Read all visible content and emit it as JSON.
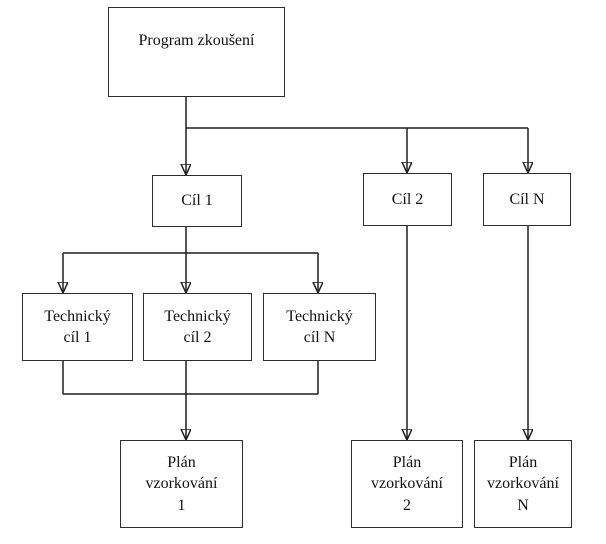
{
  "diagram": {
    "type": "flowchart",
    "background_color": "#ffffff",
    "line_color": "#1f1f1f",
    "box_border_color": "#2e2e2e",
    "box_fill_color": "#ffffff",
    "text_color": "#111111",
    "nodes": {
      "program": {
        "label": "Program zkoušení"
      },
      "cil_1": {
        "label": "Cíl 1"
      },
      "cil_2": {
        "label": "Cíl 2"
      },
      "cil_n": {
        "label": "Cíl N"
      },
      "tech_1": {
        "label": "Technický\ncíl 1"
      },
      "tech_2": {
        "label": "Technický\ncíl 2"
      },
      "tech_n": {
        "label": "Technický\ncíl N"
      },
      "plan_1": {
        "label": "Plán\nvzorkování\n1"
      },
      "plan_2": {
        "label": "Plán\nvzorkování\n2"
      },
      "plan_n": {
        "label": "Plán\nvzorkování\nN"
      }
    },
    "edges": [
      {
        "from": "program",
        "to": "cil_1"
      },
      {
        "from": "program",
        "to": "cil_2"
      },
      {
        "from": "program",
        "to": "cil_n"
      },
      {
        "from": "cil_1",
        "to": "tech_1"
      },
      {
        "from": "cil_1",
        "to": "tech_2"
      },
      {
        "from": "cil_1",
        "to": "tech_n"
      },
      {
        "from": "tech_1",
        "to": "plan_1"
      },
      {
        "from": "tech_2",
        "to": "plan_1"
      },
      {
        "from": "tech_n",
        "to": "plan_1"
      },
      {
        "from": "cil_2",
        "to": "plan_2"
      },
      {
        "from": "cil_n",
        "to": "plan_n"
      }
    ]
  }
}
